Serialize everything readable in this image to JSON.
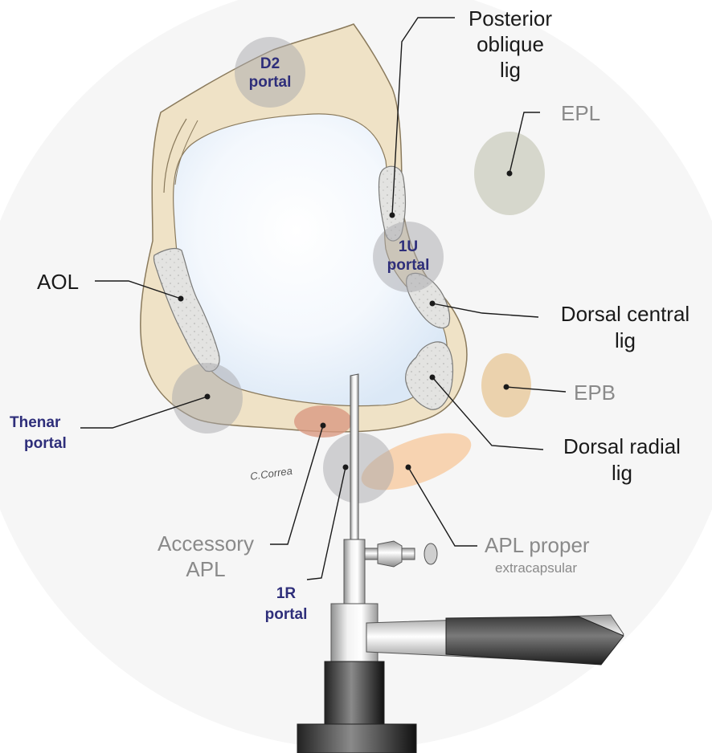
{
  "labels": {
    "posterior_oblique": [
      "Posterior",
      "oblique",
      "lig"
    ],
    "d2_portal": [
      "D2",
      "portal"
    ],
    "epl": "EPL",
    "u1_portal": [
      "1U",
      "portal"
    ],
    "aol": "AOL",
    "dorsal_central": [
      "Dorsal central",
      "lig"
    ],
    "epb": "EPB",
    "thenar_portal": [
      "Thenar",
      "portal"
    ],
    "dorsal_radial": [
      "Dorsal radial",
      "lig"
    ],
    "accessory_apl": [
      "Accessory",
      "APL"
    ],
    "apl_proper": "APL proper",
    "apl_proper_sub": "extracapsular",
    "r1_portal": [
      "1R",
      "portal"
    ]
  },
  "signature": "C.Correa",
  "colors": {
    "portal_text": "#2e2e7a",
    "dark_text": "#1a1a1a",
    "grey_text": "#8a8a8a",
    "bone": "#efe2c6",
    "tendon_grey": "#d6d7cc",
    "epb": "#ebd2ad",
    "apl": "#f7cfaa",
    "accessory_apl": "#d99a82",
    "portal_circle": "#a8a8ab",
    "ligament": "#e2e2e0"
  }
}
